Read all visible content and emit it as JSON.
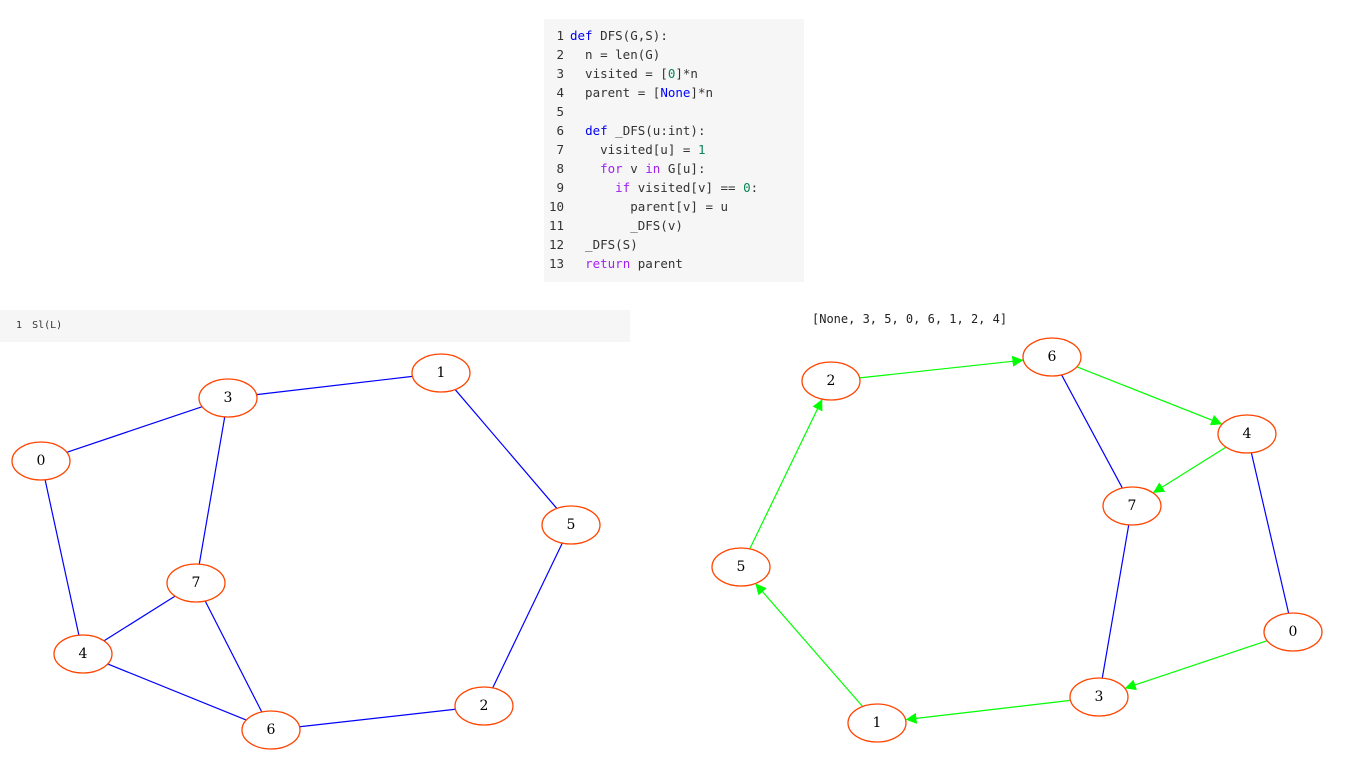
{
  "code": {
    "lines": [
      {
        "no": "1",
        "segments": [
          {
            "c": "kw",
            "t": "def "
          },
          {
            "c": "",
            "t": "DFS(G,S):"
          }
        ]
      },
      {
        "no": "2",
        "segments": [
          {
            "c": "",
            "t": "  n = len(G)"
          }
        ]
      },
      {
        "no": "3",
        "segments": [
          {
            "c": "",
            "t": "  visited = ["
          },
          {
            "c": "num",
            "t": "0"
          },
          {
            "c": "",
            "t": "]*n"
          }
        ]
      },
      {
        "no": "4",
        "segments": [
          {
            "c": "",
            "t": "  parent = ["
          },
          {
            "c": "cst",
            "t": "None"
          },
          {
            "c": "",
            "t": "]*n"
          }
        ]
      },
      {
        "no": "5",
        "segments": []
      },
      {
        "no": "6",
        "segments": [
          {
            "c": "",
            "t": "  "
          },
          {
            "c": "kw",
            "t": "def "
          },
          {
            "c": "",
            "t": "_DFS(u:int):"
          }
        ]
      },
      {
        "no": "7",
        "segments": [
          {
            "c": "",
            "t": "    visited[u] = "
          },
          {
            "c": "num",
            "t": "1"
          }
        ]
      },
      {
        "no": "8",
        "segments": [
          {
            "c": "",
            "t": "    "
          },
          {
            "c": "kw2",
            "t": "for "
          },
          {
            "c": "",
            "t": "v "
          },
          {
            "c": "kw2",
            "t": "in "
          },
          {
            "c": "",
            "t": "G[u]:"
          }
        ]
      },
      {
        "no": "9",
        "segments": [
          {
            "c": "",
            "t": "      "
          },
          {
            "c": "kw2",
            "t": "if "
          },
          {
            "c": "",
            "t": "visited[v] == "
          },
          {
            "c": "num",
            "t": "0"
          },
          {
            "c": "",
            "t": ":"
          }
        ]
      },
      {
        "no": "10",
        "segments": [
          {
            "c": "",
            "t": "        parent[v] = u"
          }
        ]
      },
      {
        "no": "11",
        "segments": [
          {
            "c": "",
            "t": "        _DFS(v)"
          }
        ]
      },
      {
        "no": "12",
        "segments": [
          {
            "c": "",
            "t": "  _DFS(S)"
          }
        ]
      },
      {
        "no": "13",
        "segments": [
          {
            "c": "",
            "t": "  "
          },
          {
            "c": "kw2",
            "t": "return "
          },
          {
            "c": "",
            "t": "parent"
          }
        ]
      }
    ]
  },
  "cell": {
    "line_no": "1",
    "code": "Sl(L)"
  },
  "output": "[None, 3, 5, 0, 6, 1, 2, 4]",
  "colors": {
    "node_stroke": "#ff4500",
    "edge": "#0000ff",
    "tree_edge": "#00ff00"
  },
  "graph_left": {
    "nodes": [
      "0",
      "1",
      "2",
      "3",
      "4",
      "5",
      "6",
      "7"
    ],
    "edges": [
      [
        "0",
        "3"
      ],
      [
        "0",
        "4"
      ],
      [
        "3",
        "1"
      ],
      [
        "3",
        "7"
      ],
      [
        "1",
        "5"
      ],
      [
        "5",
        "2"
      ],
      [
        "2",
        "6"
      ],
      [
        "6",
        "4"
      ],
      [
        "6",
        "7"
      ],
      [
        "7",
        "4"
      ]
    ]
  },
  "graph_right": {
    "nodes": [
      "0",
      "1",
      "2",
      "3",
      "4",
      "5",
      "6",
      "7"
    ],
    "tree_edges": [
      [
        "0",
        "3"
      ],
      [
        "3",
        "1"
      ],
      [
        "1",
        "5"
      ],
      [
        "5",
        "2"
      ],
      [
        "2",
        "6"
      ],
      [
        "6",
        "4"
      ],
      [
        "4",
        "7"
      ]
    ],
    "other_edges": [
      [
        "6",
        "7"
      ],
      [
        "7",
        "3"
      ],
      [
        "4",
        "0"
      ]
    ]
  }
}
